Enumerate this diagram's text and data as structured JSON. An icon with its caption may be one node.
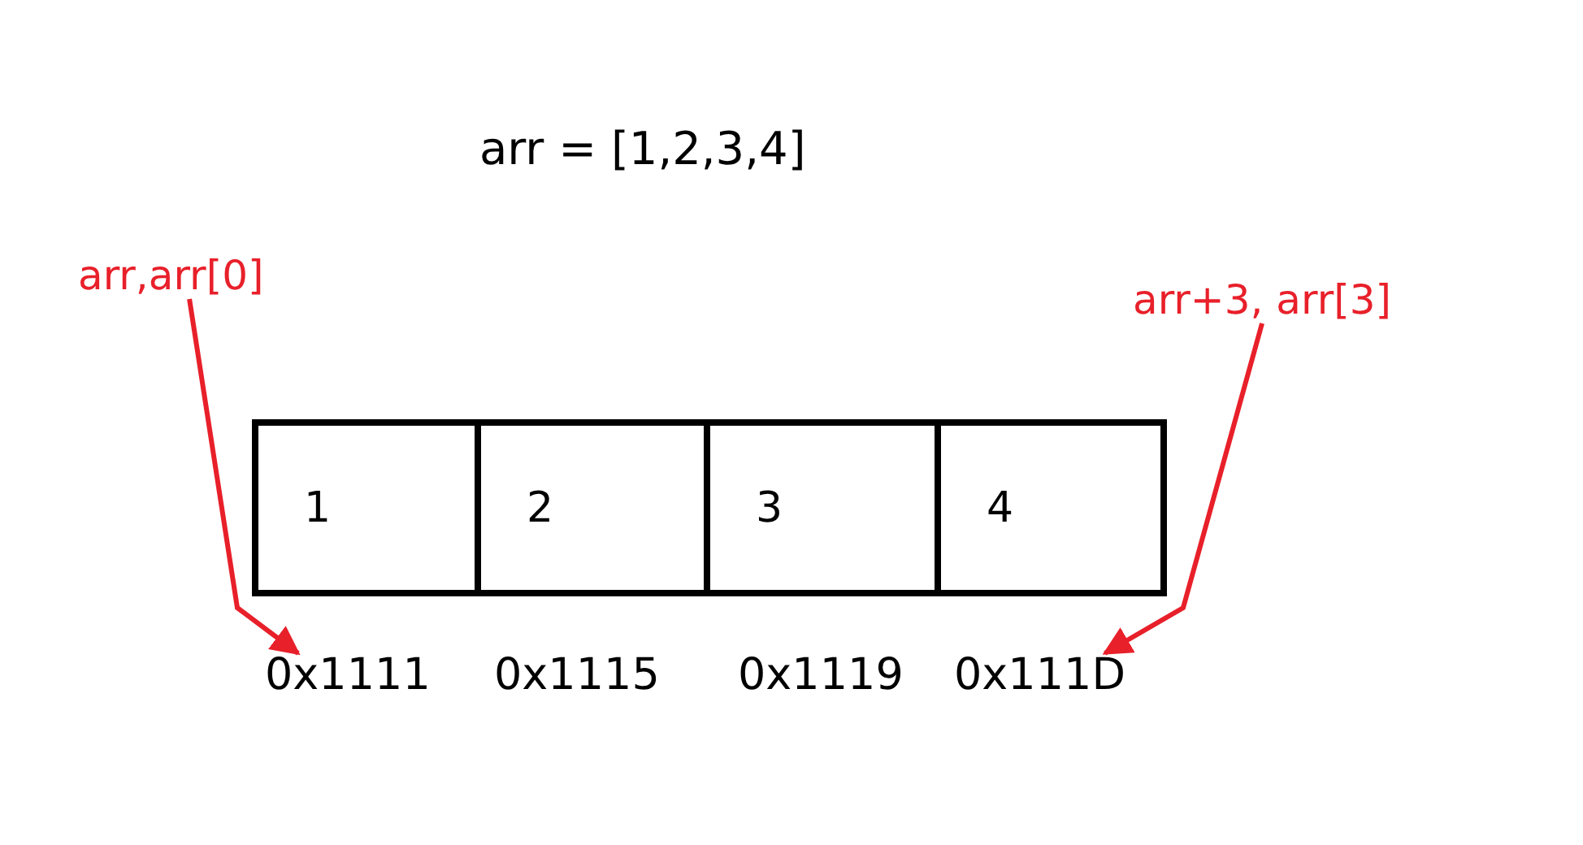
{
  "diagram": {
    "title": "arr = [1,2,3,4]",
    "nodes": [
      {
        "text": [
          "arr,arr[0]"
        ]
      },
      {
        "text": [
          "arr+3, arr[3]"
        ]
      },
      {
        "text": [
          "1"
        ]
      },
      {
        "text": [
          "2"
        ]
      },
      {
        "text": [
          "3"
        ]
      },
      {
        "text": [
          "4"
        ]
      },
      {
        "text": [
          "0x1111"
        ]
      },
      {
        "text": [
          "0x1115"
        ]
      },
      {
        "text": [
          "0x1119"
        ]
      },
      {
        "text": [
          "0x111D"
        ]
      }
    ],
    "edges": [
      {
        "from": 0,
        "to": 6,
        "arrow": "to"
      },
      {
        "from": 1,
        "to": 9,
        "arrow": "to"
      }
    ]
  }
}
